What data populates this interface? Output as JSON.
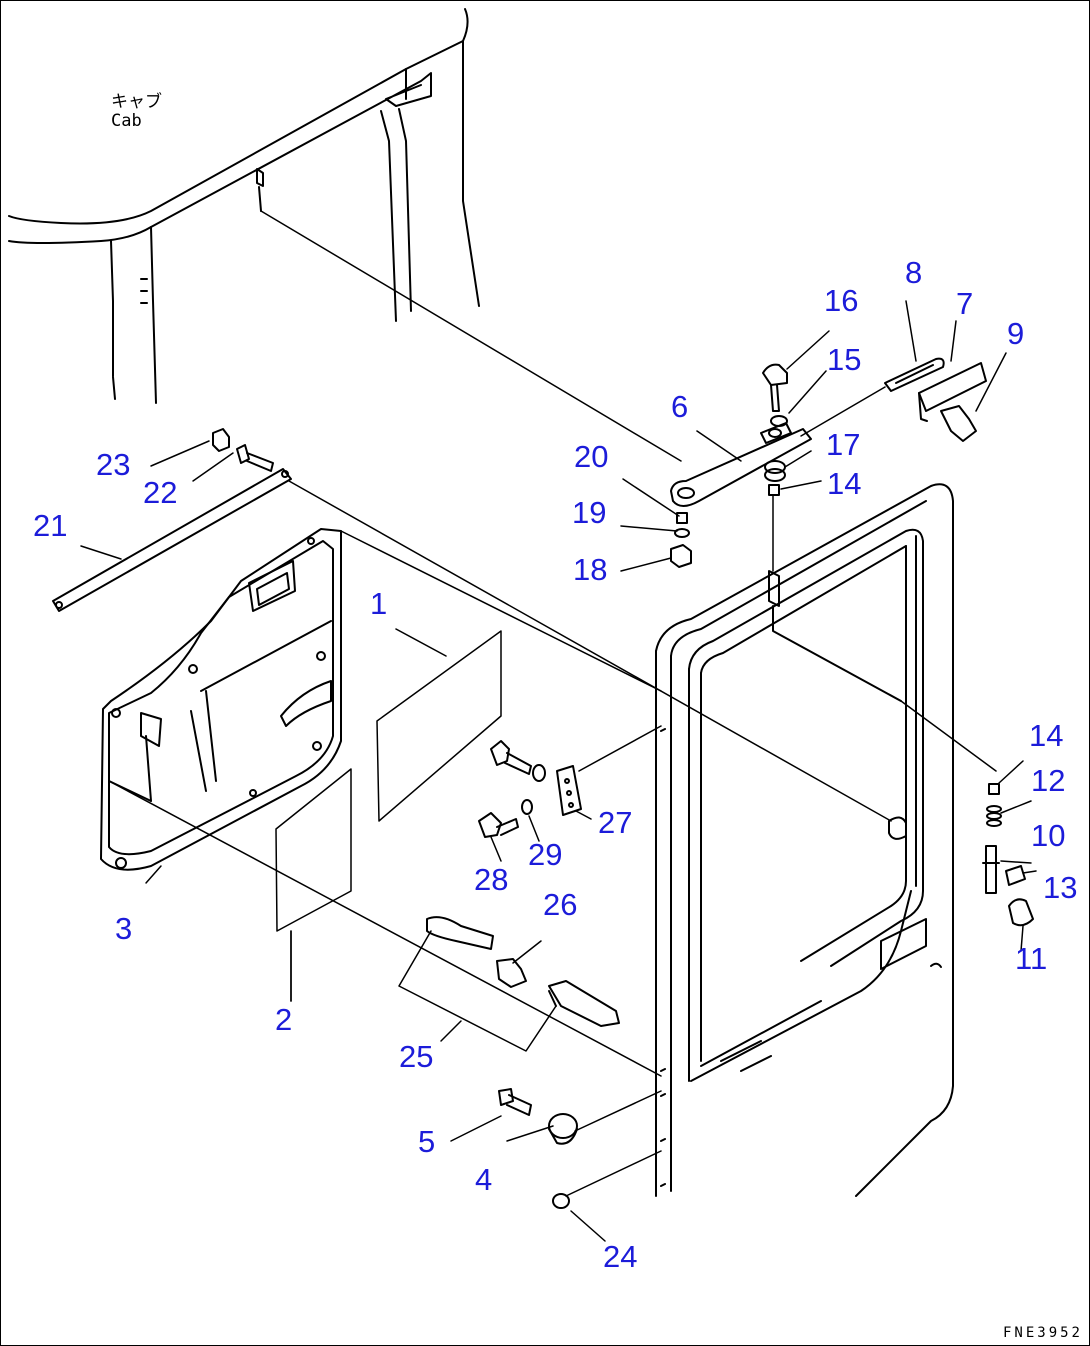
{
  "cab_label": {
    "japanese": "キャブ",
    "english": "Cab"
  },
  "drawing_code": "FNE3952",
  "colors": {
    "label": "#1c1cd9",
    "line": "#000000"
  },
  "part_numbers": [
    "1",
    "2",
    "3",
    "4",
    "5",
    "6",
    "7",
    "8",
    "9",
    "10",
    "11",
    "12",
    "13",
    "14",
    "14",
    "15",
    "16",
    "17",
    "18",
    "19",
    "20",
    "21",
    "22",
    "23",
    "24",
    "25",
    "26",
    "27",
    "28",
    "29"
  ]
}
